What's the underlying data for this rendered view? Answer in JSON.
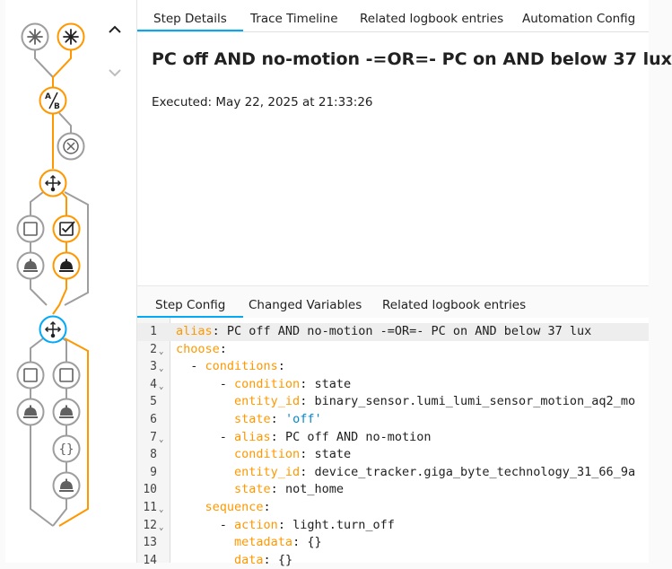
{
  "colors": {
    "accent_orange": "#ff9800",
    "accent_blue": "#03a9f4",
    "neutral_gray": "#9e9e9e",
    "text": "#212121"
  },
  "trace_graph": {
    "icons": [
      "asterisk-icon",
      "asterisk-icon",
      "ab-condition-icon",
      "close-icon",
      "choose-icon",
      "square-icon",
      "checkbox-icon",
      "service-bell-icon",
      "service-bell-icon",
      "choose-icon",
      "square-icon",
      "square-icon",
      "service-bell-icon",
      "service-bell-icon",
      "curly-braces-icon",
      "service-bell-icon"
    ]
  },
  "top_tabs": [
    {
      "label": "Step Details",
      "active": true
    },
    {
      "label": "Trace Timeline",
      "active": false
    },
    {
      "label": "Related logbook entries",
      "active": false
    },
    {
      "label": "Automation Config",
      "active": false
    }
  ],
  "step": {
    "title": "PC off AND no-motion -=OR=- PC on AND below 37 lux",
    "executed": "Executed: May 22, 2025 at 21:33:26"
  },
  "bottom_tabs": [
    {
      "label": "Step Config",
      "active": true
    },
    {
      "label": "Changed Variables",
      "active": false
    },
    {
      "label": "Related logbook entries",
      "active": false
    }
  ],
  "code_lines": [
    {
      "num": "1",
      "indent": "",
      "key": "alias",
      "sep": ": ",
      "value": "PC off AND no-motion -=OR=- PC on AND below 37 lux",
      "fold": false
    },
    {
      "num": "2",
      "indent": "",
      "key": "choose",
      "sep": ":",
      "value": "",
      "fold": true
    },
    {
      "num": "3",
      "indent": "  - ",
      "key": "conditions",
      "sep": ":",
      "value": "",
      "fold": true
    },
    {
      "num": "4",
      "indent": "      - ",
      "key": "condition",
      "sep": ": ",
      "value": "state",
      "fold": true
    },
    {
      "num": "5",
      "indent": "        ",
      "key": "entity_id",
      "sep": ": ",
      "value": "binary_sensor.lumi_lumi_sensor_motion_aq2_mo",
      "fold": false
    },
    {
      "num": "6",
      "indent": "        ",
      "key": "state",
      "sep": ": ",
      "value": "'off'",
      "fold": false,
      "string": true
    },
    {
      "num": "7",
      "indent": "      - ",
      "key": "alias",
      "sep": ": ",
      "value": "PC off AND no-motion",
      "fold": true
    },
    {
      "num": "8",
      "indent": "        ",
      "key": "condition",
      "sep": ": ",
      "value": "state",
      "fold": false
    },
    {
      "num": "9",
      "indent": "        ",
      "key": "entity_id",
      "sep": ": ",
      "value": "device_tracker.giga_byte_technology_31_66_9a",
      "fold": false
    },
    {
      "num": "10",
      "indent": "        ",
      "key": "state",
      "sep": ": ",
      "value": "not_home",
      "fold": false
    },
    {
      "num": "11",
      "indent": "    ",
      "key": "sequence",
      "sep": ":",
      "value": "",
      "fold": true
    },
    {
      "num": "12",
      "indent": "      - ",
      "key": "action",
      "sep": ": ",
      "value": "light.turn_off",
      "fold": true
    },
    {
      "num": "13",
      "indent": "        ",
      "key": "metadata",
      "sep": ": ",
      "value": "{}",
      "fold": false
    },
    {
      "num": "14",
      "indent": "        ",
      "key": "data",
      "sep": ": ",
      "value": "{}",
      "fold": false
    }
  ]
}
